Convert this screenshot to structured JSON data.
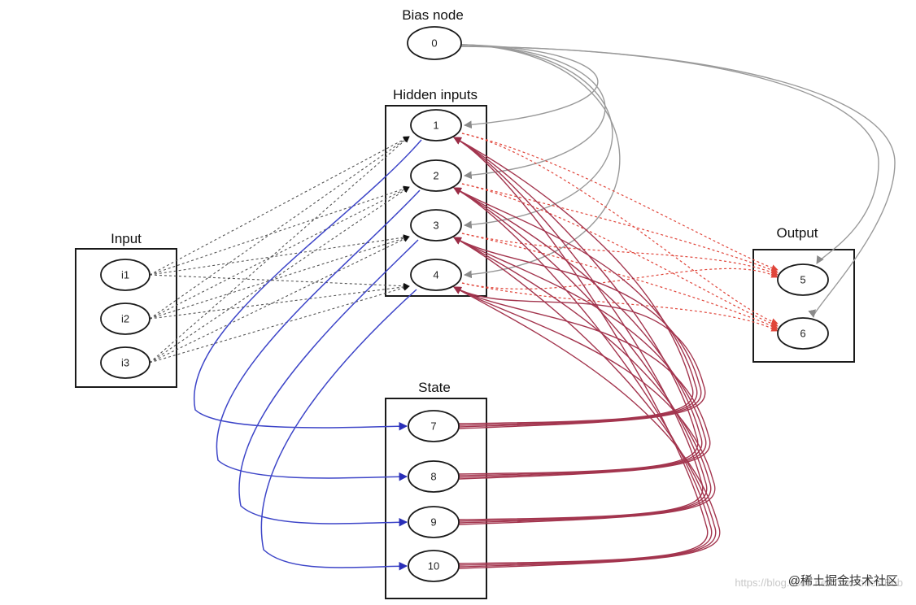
{
  "groups": {
    "bias": "Bias node",
    "hidden": "Hidden inputs",
    "input": "Input",
    "output": "Output",
    "state": "State"
  },
  "nodes": {
    "bias": [
      "0"
    ],
    "hidden": [
      "1",
      "2",
      "3",
      "4"
    ],
    "input": [
      "i1",
      "i2",
      "i3"
    ],
    "output": [
      "5",
      "6"
    ],
    "state": [
      "7",
      "8",
      "9",
      "10"
    ]
  },
  "colors": {
    "input_edges": "#555555",
    "bias_edges": "#9a9a9a",
    "output_edges": "#e0453a",
    "copy_edges": "#3d45c8",
    "recurrent_edges": "#a3354e"
  },
  "watermark": {
    "text": "@稀土掘金技术社区",
    "url": "https://blog.csdn.net/TheHonestBob"
  }
}
